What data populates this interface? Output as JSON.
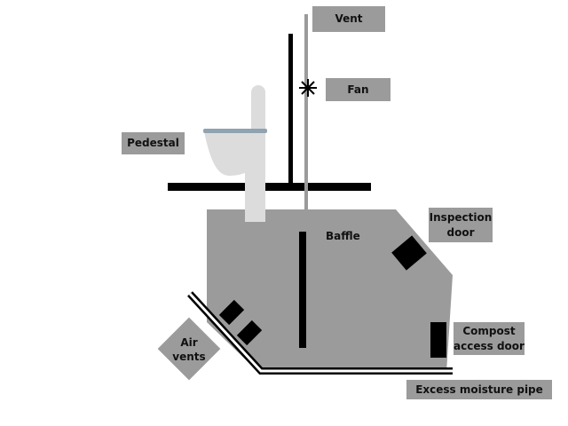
{
  "labels": {
    "vent": "Vent",
    "fan": "Fan",
    "pedestal": "Pedestal",
    "baffle": "Baffle",
    "inspection_door": "Inspection\ndoor",
    "compost_access_door": "Compost\naccess door",
    "air_vents": "Air\nvents",
    "excess_moisture_pipe": "Excess moisture pipe"
  },
  "colors": {
    "chamber": "#9b9b9b",
    "label_box": "#9b9b9b",
    "structure": "#000000",
    "toilet": "#dcdcdc",
    "toilet_seat": "#8fa3b0"
  },
  "icons": {
    "fan": "fan-icon",
    "toilet": "toilet-icon"
  }
}
